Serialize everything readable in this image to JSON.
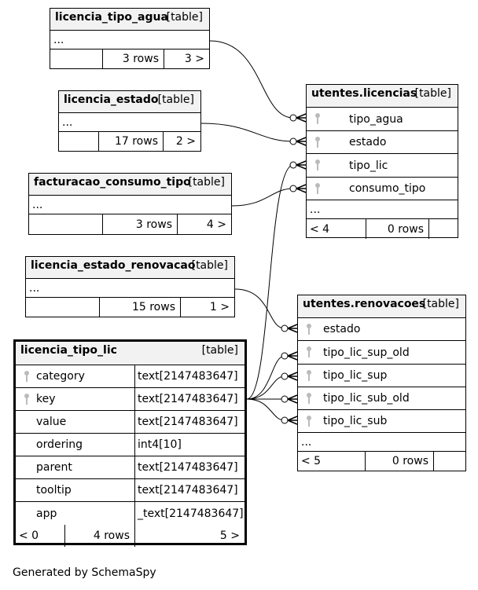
{
  "tables": {
    "licencia_tipo_agua": {
      "name": "licencia_tipo_agua",
      "type": "[table]",
      "ellipsis": "...",
      "rows": "3 rows",
      "children": "3 >"
    },
    "licencia_estado": {
      "name": "licencia_estado",
      "type": "[table]",
      "ellipsis": "...",
      "rows": "17 rows",
      "children": "2 >"
    },
    "facturacao_consumo_tipo": {
      "name": "facturacao_consumo_tipo",
      "type": "[table]",
      "ellipsis": "...",
      "rows": "3 rows",
      "children": "4 >"
    },
    "licencia_estado_renovacao": {
      "name": "licencia_estado_renovacao",
      "type": "[table]",
      "ellipsis": "...",
      "rows": "15 rows",
      "children": "1 >"
    },
    "utentes_licencias": {
      "name": "utentes.licencias",
      "type": "[table]",
      "columns": [
        "tipo_agua",
        "estado",
        "tipo_lic",
        "consumo_tipo"
      ],
      "ellipsis": "...",
      "parents": "< 4",
      "rows": "0 rows"
    },
    "utentes_renovacoes": {
      "name": "utentes.renovacoes",
      "type": "[table]",
      "columns": [
        "estado",
        "tipo_lic_sup_old",
        "tipo_lic_sup",
        "tipo_lic_sub_old",
        "tipo_lic_sub"
      ],
      "ellipsis": "...",
      "parents": "< 5",
      "rows": "0 rows"
    },
    "licencia_tipo_lic": {
      "name": "licencia_tipo_lic",
      "type": "[table]",
      "columns": [
        {
          "name": "category",
          "type": "text[2147483647]",
          "key": true
        },
        {
          "name": "key",
          "type": "text[2147483647]",
          "key": true
        },
        {
          "name": "value",
          "type": "text[2147483647]",
          "key": false
        },
        {
          "name": "ordering",
          "type": "int4[10]",
          "key": false
        },
        {
          "name": "parent",
          "type": "text[2147483647]",
          "key": false
        },
        {
          "name": "tooltip",
          "type": "text[2147483647]",
          "key": false
        },
        {
          "name": "app",
          "type": "_text[2147483647]",
          "key": false
        }
      ],
      "parents": "< 0",
      "rows": "4 rows",
      "children": "5 >"
    }
  },
  "footer": "Generated by SchemaSpy"
}
